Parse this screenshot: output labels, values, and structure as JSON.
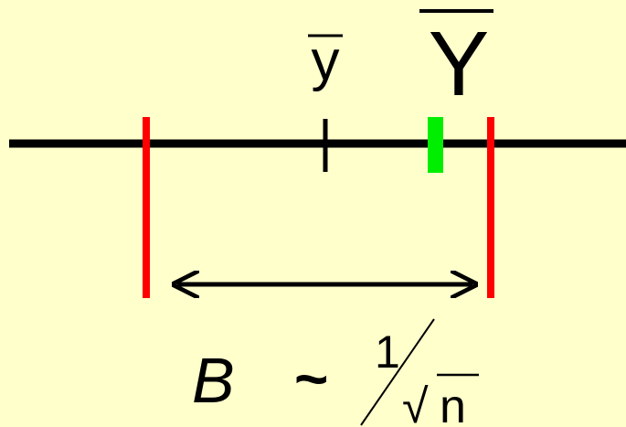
{
  "colors": {
    "background": "#FFFFCC",
    "axis": "#000000",
    "interval_bounds": "#FF0000",
    "population_mean": "#00EE00",
    "arrow": "#000000"
  },
  "labels": {
    "sample_mean": "y",
    "population_mean": "Y"
  },
  "formula": {
    "lhs": "B",
    "relation": "~",
    "numerator": "1",
    "radical": "√",
    "radicand": "n"
  },
  "icons": {
    "arrow": "double-headed-arrow",
    "bar": "overline-bar"
  }
}
